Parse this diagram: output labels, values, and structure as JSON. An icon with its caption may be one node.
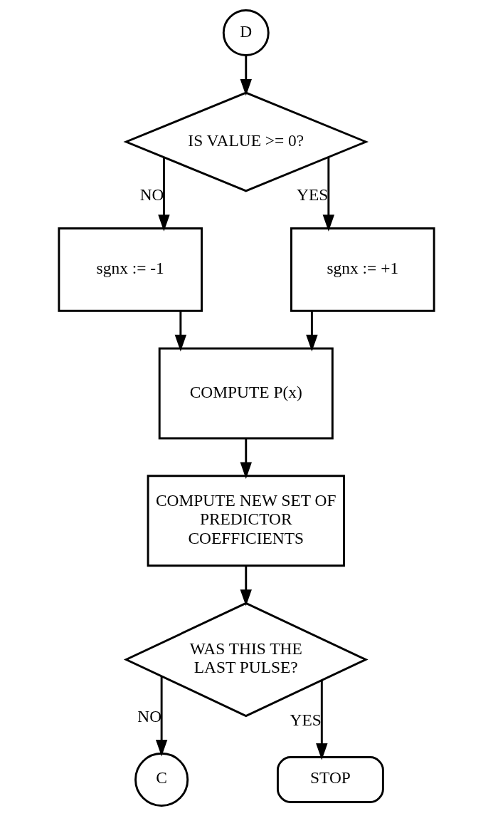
{
  "diagram": {
    "nodes": [
      {
        "text": [
          "D"
        ]
      },
      {
        "text": [
          "IS VALUE >= 0?"
        ]
      },
      {
        "text": [
          "sgnx := -1"
        ]
      },
      {
        "text": [
          "sgnx := +1"
        ]
      },
      {
        "text": [
          "COMPUTE P(x)"
        ]
      },
      {
        "text": [
          "COMPUTE NEW SET OF PREDICTOR COEFFICIENTS"
        ]
      },
      {
        "text": [
          "WAS THIS THE LAST PULSE?"
        ]
      },
      {
        "text": [
          "C"
        ]
      },
      {
        "text": [
          "STOP"
        ]
      }
    ],
    "edges": [
      {
        "from": 0,
        "to": 1,
        "arrow": "to"
      },
      {
        "from": 1,
        "to": 2,
        "arrow": "to",
        "label": "NO"
      },
      {
        "from": 1,
        "to": 3,
        "arrow": "to",
        "label": "YES"
      },
      {
        "from": 2,
        "to": 4,
        "arrow": "to"
      },
      {
        "from": 3,
        "to": 4,
        "arrow": "to"
      },
      {
        "from": 4,
        "to": 5,
        "arrow": "to"
      },
      {
        "from": 5,
        "to": 6,
        "arrow": "to"
      },
      {
        "from": 6,
        "to": 7,
        "arrow": "to",
        "label": "NO"
      },
      {
        "from": 6,
        "to": 8,
        "arrow": "to",
        "label": "YES"
      }
    ]
  }
}
